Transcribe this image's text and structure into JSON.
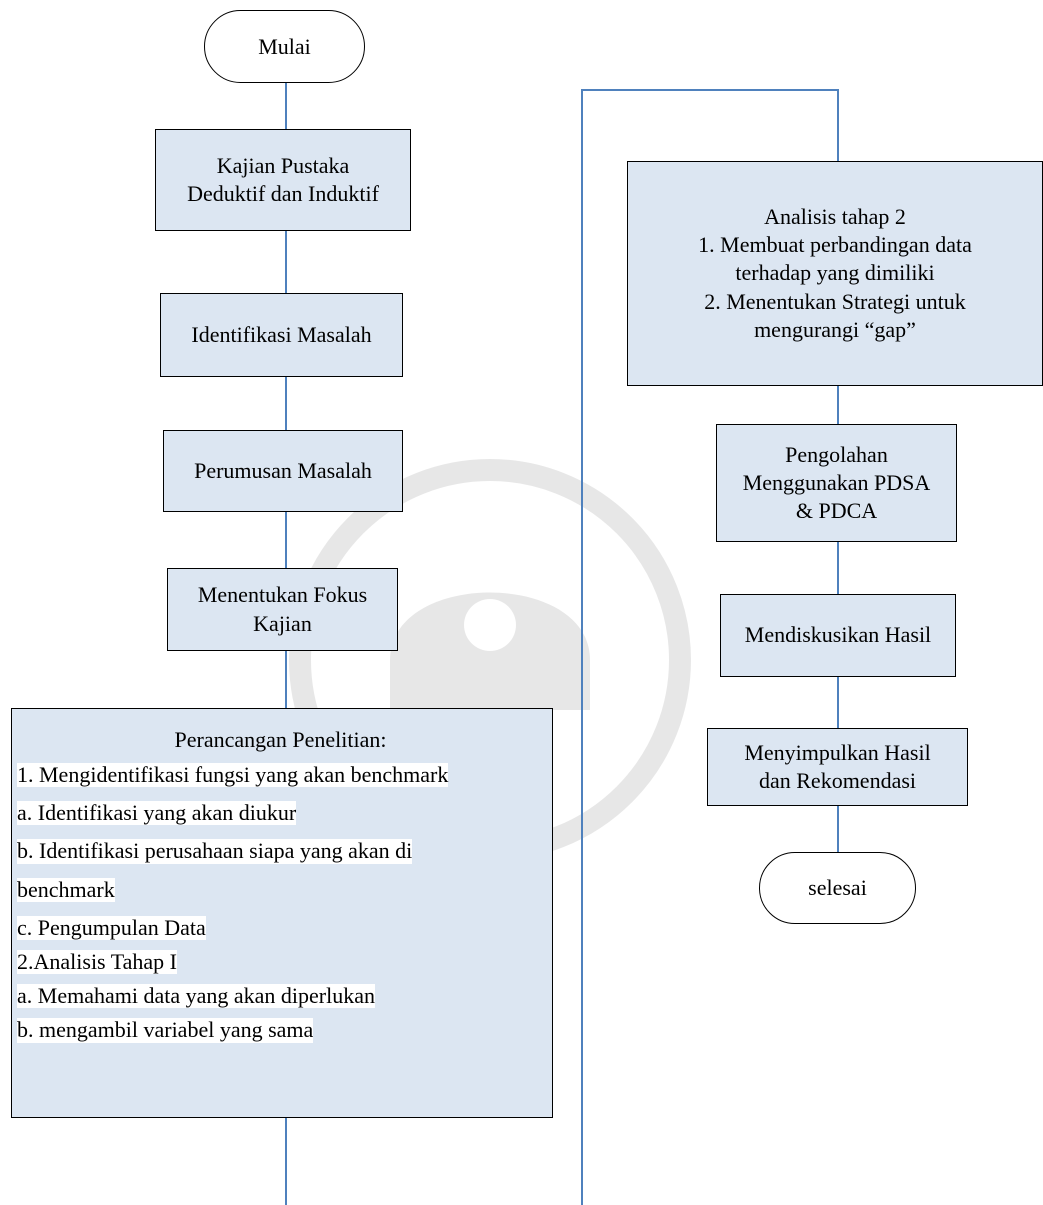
{
  "flowchart": {
    "left_column": {
      "start": "Mulai",
      "step1": [
        "Kajian Pustaka",
        "Deduktif dan Induktif"
      ],
      "step2": "Identifikasi Masalah",
      "step3": "Perumusan Masalah",
      "step4": [
        "Menentukan Fokus",
        "Kajian"
      ],
      "step5": {
        "heading": "Perancangan Penelitian:",
        "items": [
          "1. Mengidentifikasi fungsi yang akan benchmark",
          "a. Identifikasi yang akan diukur",
          "b. Identifikasi perusahaan siapa yang akan di",
          "benchmark",
          "c. Pengumpulan Data",
          "2.Analisis Tahap I",
          "a. Memahami data yang akan diperlukan",
          "b. mengambil variabel yang sama"
        ]
      }
    },
    "right_column": {
      "step6": [
        "Analisis tahap 2",
        "1. Membuat perbandingan data",
        "terhadap yang dimiliki",
        "2. Menentukan Strategi untuk",
        "mengurangi “gap”"
      ],
      "step7": [
        "Pengolahan",
        "Menggunakan PDSA",
        "& PDCA"
      ],
      "step8": "Mendiskusikan Hasil",
      "step9": [
        "Menyimpulkan Hasil",
        "dan Rekomendasi"
      ],
      "end": "selesai"
    }
  },
  "colors": {
    "box_fill": "#dce6f2",
    "connector": "#4f81bd",
    "border": "#000000"
  }
}
